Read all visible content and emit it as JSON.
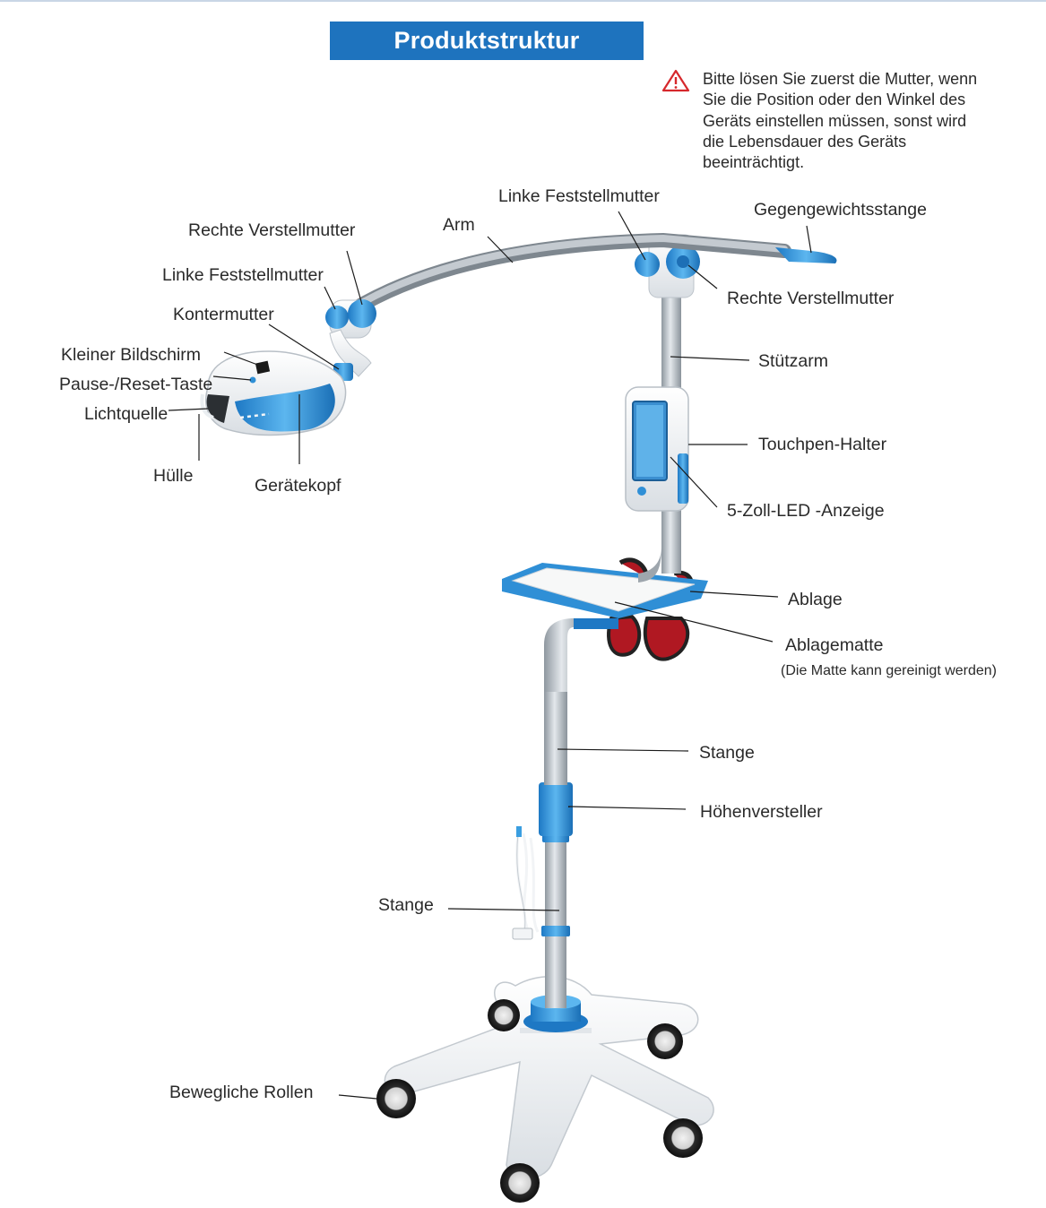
{
  "title": "Produktstruktur",
  "warning": {
    "icon": "warning-triangle-icon",
    "lines": [
      "Bitte lösen Sie zuerst die Mutter, wenn",
      "Sie die Position oder den Winkel des",
      "Geräts einstellen müssen, sonst wird",
      "die Lebensdauer des Geräts",
      "beeinträchtigt."
    ]
  },
  "labels": {
    "rechte_verstellmutter_left": "Rechte Verstellmutter",
    "linke_feststellmutter_left": "Linke Feststellmutter",
    "kontermutter": "Kontermutter",
    "kleiner_bildschirm": "Kleiner Bildschirm",
    "pause_reset_taste": "Pause-/Reset-Taste",
    "lichtquelle": "Lichtquelle",
    "huelle": "Hülle",
    "geraetekopf": "Gerätekopf",
    "arm": "Arm",
    "linke_feststellmutter_top": "Linke Feststellmutter",
    "gegengewichtsstange": "Gegengewichtsstange",
    "rechte_verstellmutter_right": "Rechte Verstellmutter",
    "stuetzarm": "Stützarm",
    "touchpen_halter": "Touchpen-Halter",
    "led_anzeige": "5-Zoll-LED -Anzeige",
    "ablage": "Ablage",
    "ablagematte": "Ablagematte",
    "ablagematte_note": "(Die Matte kann gereinigt werden)",
    "stange_upper": "Stange",
    "hoehenversteller": "Höhenversteller",
    "stange_lower": "Stange",
    "bewegliche_rollen": "Bewegliche Rollen"
  },
  "colors": {
    "accent_blue": "#1e73be",
    "part_blue": "#3a9ee0",
    "metal": "#a9b1b9",
    "white_plastic": "#f4f6f8",
    "warning_red": "#d6282c"
  }
}
